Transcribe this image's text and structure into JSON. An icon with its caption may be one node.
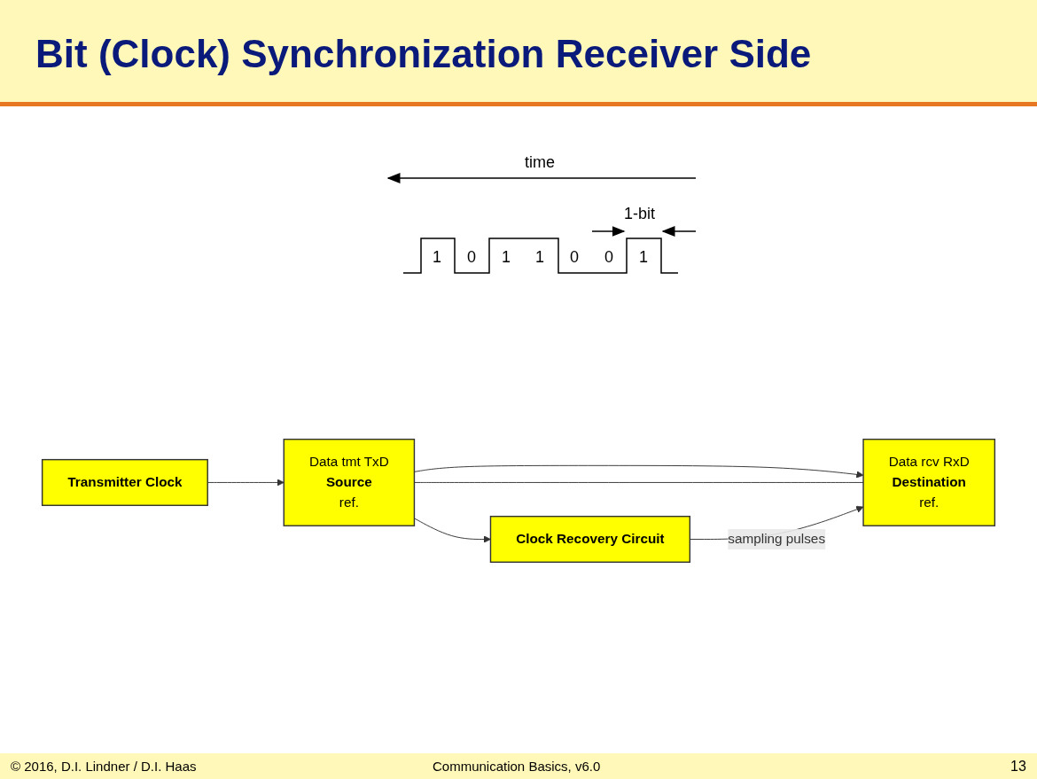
{
  "diagram": {
    "title": "Bit (Clock) Synchronization Receiver Side",
    "nodes": [
      {
        "text": [
          "Data tmt TxD",
          "Source",
          "ref."
        ]
      },
      {
        "text": [
          "Data rcv RxD",
          "Destination",
          "ref."
        ]
      },
      {
        "text": [
          "Transmitter Clock"
        ]
      },
      {
        "text": [
          "Clock Recovery Circuit"
        ]
      }
    ],
    "edges": [
      {
        "from": 0,
        "to": 1,
        "arrow": "to"
      },
      {
        "from": 0,
        "to": 1,
        "arrow": "none"
      },
      {
        "from": 2,
        "to": 0,
        "arrow": "to"
      },
      {
        "from": 0,
        "to": 3,
        "arrow": "to"
      },
      {
        "from": 3,
        "to": 1,
        "arrow": "to",
        "label": "sampling pulses"
      }
    ],
    "labels": [
      "time",
      "1-bit",
      "1",
      "0",
      "1",
      "1",
      "0",
      "0",
      "1",
      "© 2016, D.I. Lindner / D.I. Haas",
      "Communication Basics, v6.0",
      "13"
    ]
  }
}
